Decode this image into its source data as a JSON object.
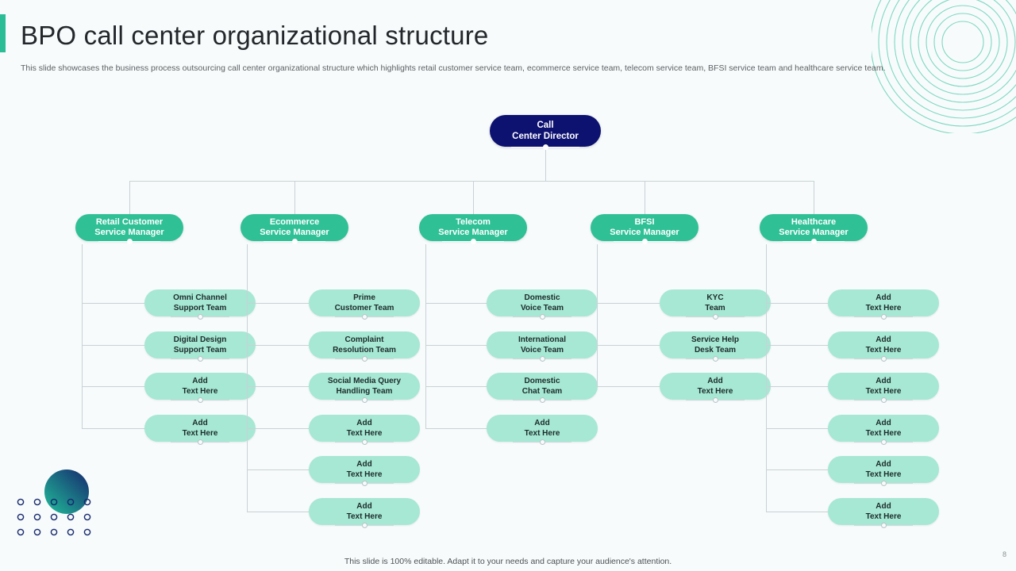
{
  "slide": {
    "title": "BPO call center organizational structure",
    "subtitle": "This slide showcases the business process outsourcing call center organizational structure which highlights retail customer service team, ecommerce service team, telecom service team, BFSI service team and healthcare service team.",
    "footer_note": "This slide is 100% editable. Adapt it to your needs and capture your audience's attention.",
    "page_number": "8"
  },
  "colors": {
    "background": "#f7fbfb",
    "root_node": "#0d1170",
    "manager_node": "#2fc096",
    "leaf_node": "#a6e8d3",
    "accent": "#2bbd96",
    "connector": "#c9d2d6",
    "title_text": "#23272b",
    "body_text": "#5d6165"
  },
  "org_chart": {
    "root": {
      "label": "Call\nCenter Director"
    },
    "branches": [
      {
        "manager": "Retail Customer\nService Manager",
        "teams": [
          "Omni Channel\nSupport Team",
          "Digital Design\nSupport Team",
          "Add\nText Here",
          "Add\nText Here"
        ]
      },
      {
        "manager": "Ecommerce\nService Manager",
        "teams": [
          "Prime\nCustomer Team",
          "Complaint\nResolution Team",
          "Social Media Query\nHandling Team",
          "Add\nText Here",
          "Add\nText Here",
          "Add\nText Here"
        ]
      },
      {
        "manager": "Telecom\nService Manager",
        "teams": [
          "Domestic\nVoice Team",
          "International\nVoice Team",
          "Domestic\nChat Team",
          "Add\nText Here"
        ]
      },
      {
        "manager": "BFSI\nService Manager",
        "teams": [
          "KYC\nTeam",
          "Service Help\nDesk Team",
          "Add\nText Here"
        ]
      },
      {
        "manager": "Healthcare\nService Manager",
        "teams": [
          "Add\nText Here",
          "Add\nText Here",
          "Add\nText Here",
          "Add\nText Here",
          "Add\nText Here",
          "Add\nText Here"
        ]
      }
    ]
  },
  "decorations": {
    "rings": "concentric-arc-rings",
    "corner_dots": "dot-grid-with-gradient-circle"
  }
}
